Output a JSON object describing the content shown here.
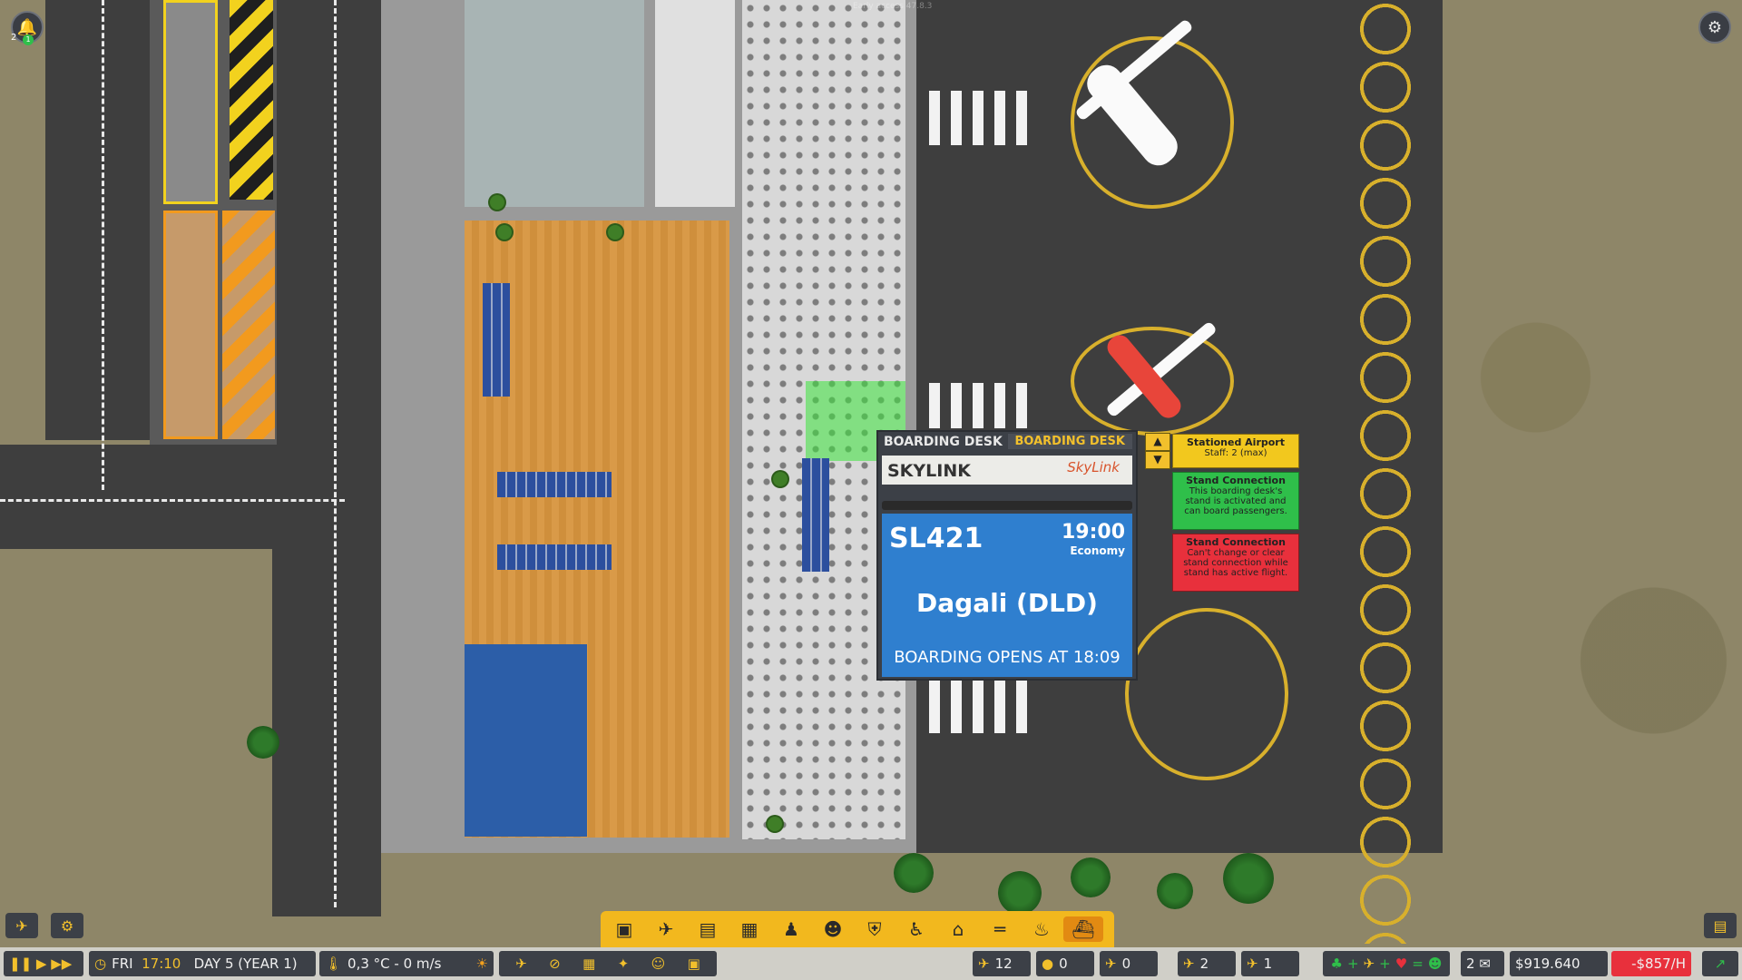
{
  "version_text": "Early access 47.8.3",
  "notifications": {
    "count": "2",
    "badge": "1"
  },
  "boarding_panel": {
    "title": "BOARDING DESK DATA",
    "tag": "BOARDING DESK",
    "airline": "SKYLINK",
    "airline_logo": "SkyLink",
    "flight_number": "SL421",
    "time": "19:00",
    "class": "Economy",
    "destination": "Dagali (DLD)",
    "boarding_text": "BOARDING OPENS AT 18:09"
  },
  "side_cards": [
    {
      "title": "Stationed Airport",
      "body": "Staff: 2 (max)",
      "color": "#f2c81e"
    },
    {
      "title": "Stand Connection",
      "body": "This boarding desk's stand is activated and can board passengers.",
      "color": "#2fbf4a"
    },
    {
      "title": "Stand Connection",
      "body": "Can't change or clear stand connection while stand has active flight.",
      "color": "#e8303c"
    }
  ],
  "toolbar": {
    "icons": [
      "check-in-icon",
      "airplane-icon",
      "bus-icon",
      "baggage-icon",
      "staff-icon",
      "family-icon",
      "security-icon",
      "restroom-icon",
      "desk-icon",
      "seating-icon",
      "food-icon",
      "boarding-icon"
    ]
  },
  "status": {
    "day_name": "FRI",
    "time": "17:10",
    "day": "DAY 5 (YEAR 1)",
    "weather": "0,3 °C - 0 m/s",
    "flights": "12",
    "stat2": "0",
    "stat3": "0",
    "stat4": "2",
    "stat5": "1",
    "mail_count": "2",
    "money": "$919.640",
    "income": "-$857/H"
  },
  "colors": {
    "accent": "#f2b81e",
    "money_negative": "#e8303c",
    "panel_blue": "#2f7fcf"
  }
}
